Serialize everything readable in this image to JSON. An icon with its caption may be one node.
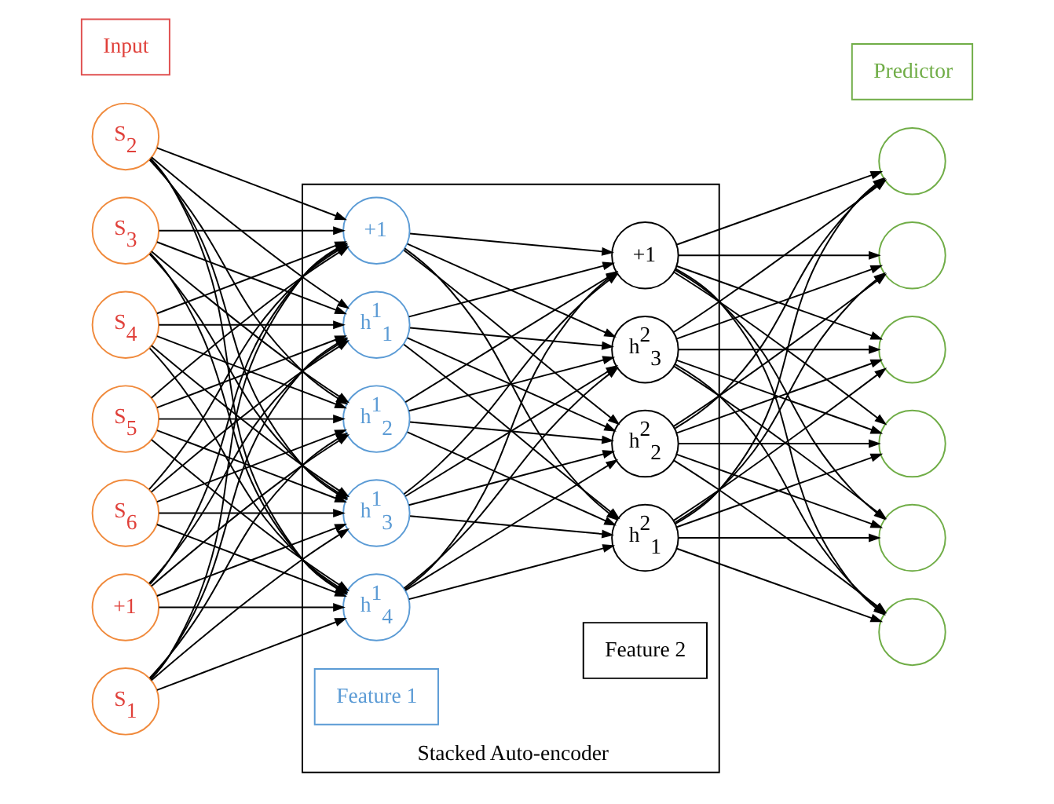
{
  "diagram": {
    "nodes": [
      {
        "text": [
          "S$_{1}$"
        ]
      },
      {
        "text": [
          "S$_{2}$"
        ]
      },
      {
        "text": [
          "S$_{3}$"
        ]
      },
      {
        "text": [
          "S$_{4}$"
        ]
      },
      {
        "text": [
          "S$_{5}$"
        ]
      },
      {
        "text": [
          "S$_{6}$"
        ]
      },
      {
        "text": [
          "+1"
        ]
      },
      {
        "text": [
          "Stacked Auto-encoder"
        ]
      },
      {
        "text": [
          "h$^{1}$$_{1}$"
        ],
        "in": 7
      },
      {
        "text": [
          "h$^{1}$$_{2}$"
        ],
        "in": 7
      },
      {
        "text": [
          "h$^{1}$$_{3}$"
        ],
        "in": 7
      },
      {
        "text": [
          "h$^{1}$$_{4}$"
        ],
        "in": 7
      },
      {
        "text": [
          "+1"
        ],
        "in": 7
      },
      {
        "text": [
          "Feature 1"
        ],
        "in": 7
      },
      {
        "text": [
          "h$^{2}$$_{1}$"
        ],
        "in": 7
      },
      {
        "text": [
          "h$^{2}$$_{2}$"
        ],
        "in": 7
      },
      {
        "text": [
          "h$^{2}$$_{3}$"
        ],
        "in": 7
      },
      {
        "text": [
          "+1"
        ],
        "in": 7
      },
      {
        "text": [
          "Feature 2"
        ],
        "in": 7
      },
      {
        "text": [],
        "shape": "circle"
      },
      {
        "text": [],
        "shape": "circle"
      },
      {
        "text": [],
        "shape": "circle"
      },
      {
        "text": [],
        "shape": "circle"
      },
      {
        "text": [],
        "shape": "circle"
      },
      {
        "text": [],
        "shape": "circle"
      },
      {
        "text": [
          "Input"
        ]
      },
      {
        "text": [
          "Predictor"
        ]
      }
    ],
    "edges": [
      {
        "from": 0,
        "to": 8,
        "arrow": "to"
      },
      {
        "from": 0,
        "to": 9,
        "arrow": "to"
      },
      {
        "from": 0,
        "to": 10,
        "arrow": "to"
      },
      {
        "from": 0,
        "to": 11,
        "arrow": "to"
      },
      {
        "from": 0,
        "to": 12,
        "arrow": "to"
      },
      {
        "from": 1,
        "to": 8,
        "arrow": "to"
      },
      {
        "from": 1,
        "to": 9,
        "arrow": "to"
      },
      {
        "from": 1,
        "to": 10,
        "arrow": "to"
      },
      {
        "from": 1,
        "to": 11,
        "arrow": "to"
      },
      {
        "from": 1,
        "to": 12,
        "arrow": "to"
      },
      {
        "from": 2,
        "to": 8,
        "arrow": "to"
      },
      {
        "from": 2,
        "to": 9,
        "arrow": "to"
      },
      {
        "from": 2,
        "to": 10,
        "arrow": "to"
      },
      {
        "from": 2,
        "to": 11,
        "arrow": "to"
      },
      {
        "from": 2,
        "to": 12,
        "arrow": "to"
      },
      {
        "from": 3,
        "to": 8,
        "arrow": "to"
      },
      {
        "from": 3,
        "to": 9,
        "arrow": "to"
      },
      {
        "from": 3,
        "to": 10,
        "arrow": "to"
      },
      {
        "from": 3,
        "to": 11,
        "arrow": "to"
      },
      {
        "from": 3,
        "to": 12,
        "arrow": "to"
      },
      {
        "from": 4,
        "to": 8,
        "arrow": "to"
      },
      {
        "from": 4,
        "to": 9,
        "arrow": "to"
      },
      {
        "from": 4,
        "to": 10,
        "arrow": "to"
      },
      {
        "from": 4,
        "to": 11,
        "arrow": "to"
      },
      {
        "from": 4,
        "to": 12,
        "arrow": "to"
      },
      {
        "from": 5,
        "to": 8,
        "arrow": "to"
      },
      {
        "from": 5,
        "to": 9,
        "arrow": "to"
      },
      {
        "from": 5,
        "to": 10,
        "arrow": "to"
      },
      {
        "from": 5,
        "to": 11,
        "arrow": "to"
      },
      {
        "from": 5,
        "to": 12,
        "arrow": "to"
      },
      {
        "from": 6,
        "to": 8,
        "arrow": "to"
      },
      {
        "from": 6,
        "to": 9,
        "arrow": "to"
      },
      {
        "from": 6,
        "to": 10,
        "arrow": "to"
      },
      {
        "from": 6,
        "to": 11,
        "arrow": "to"
      },
      {
        "from": 6,
        "to": 12,
        "arrow": "to"
      },
      {
        "from": 8,
        "to": 14,
        "arrow": "to"
      },
      {
        "from": 8,
        "to": 15,
        "arrow": "to"
      },
      {
        "from": 8,
        "to": 16,
        "arrow": "to"
      },
      {
        "from": 8,
        "to": 17,
        "arrow": "to"
      },
      {
        "from": 9,
        "to": 14,
        "arrow": "to"
      },
      {
        "from": 9,
        "to": 15,
        "arrow": "to"
      },
      {
        "from": 9,
        "to": 16,
        "arrow": "to"
      },
      {
        "from": 9,
        "to": 17,
        "arrow": "to"
      },
      {
        "from": 10,
        "to": 14,
        "arrow": "to"
      },
      {
        "from": 10,
        "to": 15,
        "arrow": "to"
      },
      {
        "from": 10,
        "to": 16,
        "arrow": "to"
      },
      {
        "from": 10,
        "to": 17,
        "arrow": "to"
      },
      {
        "from": 11,
        "to": 14,
        "arrow": "to"
      },
      {
        "from": 11,
        "to": 15,
        "arrow": "to"
      },
      {
        "from": 11,
        "to": 16,
        "arrow": "to"
      },
      {
        "from": 11,
        "to": 17,
        "arrow": "to"
      },
      {
        "from": 12,
        "to": 14,
        "arrow": "to"
      },
      {
        "from": 12,
        "to": 15,
        "arrow": "to"
      },
      {
        "from": 12,
        "to": 16,
        "arrow": "to"
      },
      {
        "from": 12,
        "to": 17,
        "arrow": "to"
      },
      {
        "from": 14,
        "to": 19,
        "arrow": "to"
      },
      {
        "from": 14,
        "to": 20,
        "arrow": "to"
      },
      {
        "from": 14,
        "to": 21,
        "arrow": "to"
      },
      {
        "from": 14,
        "to": 22,
        "arrow": "to"
      },
      {
        "from": 14,
        "to": 23,
        "arrow": "to"
      },
      {
        "from": 14,
        "to": 24,
        "arrow": "to"
      },
      {
        "from": 15,
        "to": 19,
        "arrow": "to"
      },
      {
        "from": 15,
        "to": 20,
        "arrow": "to"
      },
      {
        "from": 15,
        "to": 21,
        "arrow": "to"
      },
      {
        "from": 15,
        "to": 22,
        "arrow": "to"
      },
      {
        "from": 15,
        "to": 23,
        "arrow": "to"
      },
      {
        "from": 15,
        "to": 24,
        "arrow": "to"
      },
      {
        "from": 16,
        "to": 19,
        "arrow": "to"
      },
      {
        "from": 16,
        "to": 20,
        "arrow": "to"
      },
      {
        "from": 16,
        "to": 21,
        "arrow": "to"
      },
      {
        "from": 16,
        "to": 22,
        "arrow": "to"
      },
      {
        "from": 16,
        "to": 23,
        "arrow": "to"
      },
      {
        "from": 16,
        "to": 24,
        "arrow": "to"
      },
      {
        "from": 17,
        "to": 19,
        "arrow": "to"
      },
      {
        "from": 17,
        "to": 20,
        "arrow": "to"
      },
      {
        "from": 17,
        "to": 21,
        "arrow": "to"
      },
      {
        "from": 17,
        "to": 22,
        "arrow": "to"
      },
      {
        "from": 17,
        "to": 23,
        "arrow": "to"
      },
      {
        "from": 17,
        "to": 24,
        "arrow": "to"
      }
    ]
  }
}
